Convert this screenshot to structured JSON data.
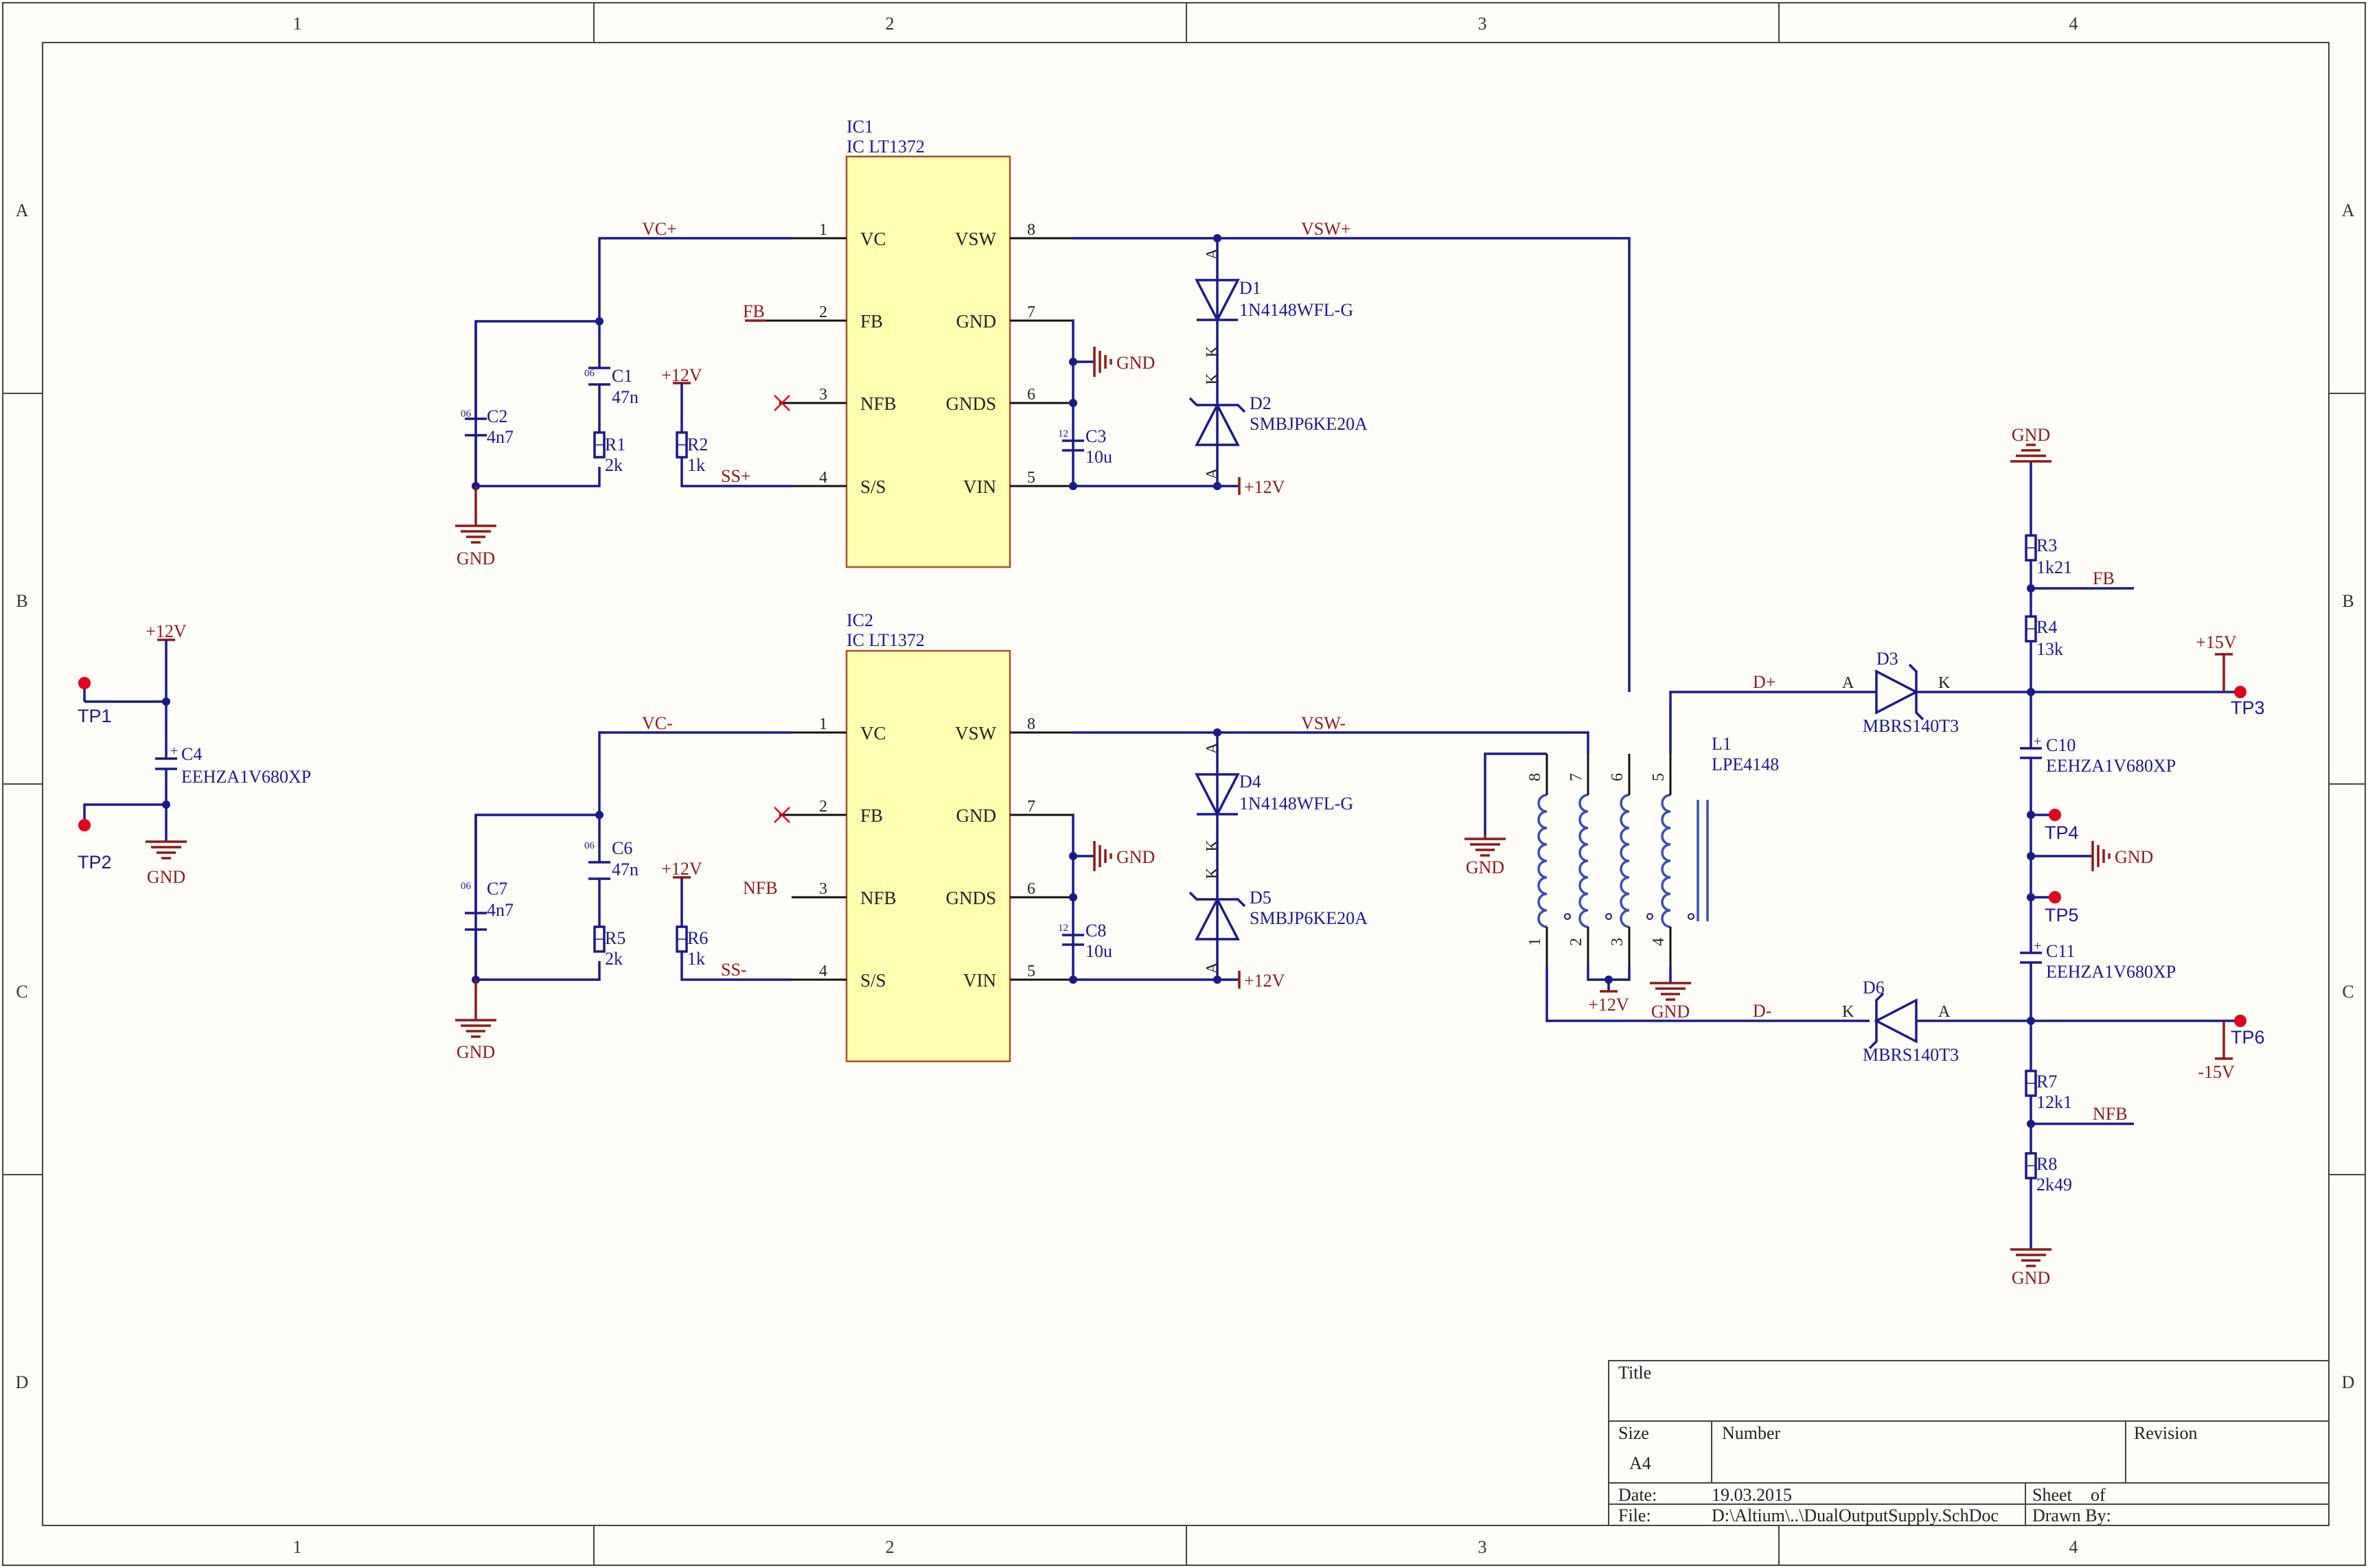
{
  "frame": {
    "col_labels": [
      "1",
      "2",
      "3",
      "4"
    ],
    "row_labels": [
      "A",
      "B",
      "C",
      "D"
    ]
  },
  "title_block": {
    "title_label": "Title",
    "size_label": "Size",
    "size_value": "A4",
    "number_label": "Number",
    "revision_label": "Revision",
    "date_label": "Date:",
    "date_value": "19.03.2015",
    "sheet_label": "Sheet",
    "of_label": "of",
    "file_label": "File:",
    "file_value": "D:\\Altium\\..\\DualOutputSupply.SchDoc",
    "drawn_label": "Drawn By:"
  },
  "ics": [
    {
      "ref": "IC1",
      "value": "IC LT1372",
      "pins_left": [
        {
          "num": "1",
          "name": "VC"
        },
        {
          "num": "2",
          "name": "FB"
        },
        {
          "num": "3",
          "name": "NFB"
        },
        {
          "num": "4",
          "name": "S/S"
        }
      ],
      "pins_right": [
        {
          "num": "8",
          "name": "VSW"
        },
        {
          "num": "7",
          "name": "GND"
        },
        {
          "num": "6",
          "name": "GNDS"
        },
        {
          "num": "5",
          "name": "VIN"
        }
      ]
    },
    {
      "ref": "IC2",
      "value": "IC LT1372",
      "pins_left": [
        {
          "num": "1",
          "name": "VC"
        },
        {
          "num": "2",
          "name": "FB"
        },
        {
          "num": "3",
          "name": "NFB"
        },
        {
          "num": "4",
          "name": "S/S"
        }
      ],
      "pins_right": [
        {
          "num": "8",
          "name": "VSW"
        },
        {
          "num": "7",
          "name": "GND"
        },
        {
          "num": "6",
          "name": "GNDS"
        },
        {
          "num": "5",
          "name": "VIN"
        }
      ]
    }
  ],
  "components": {
    "C1": {
      "ref": "C1",
      "value": "47n",
      "tag": "06"
    },
    "C2": {
      "ref": "C2",
      "value": "4n7",
      "tag": "06"
    },
    "R1": {
      "ref": "R1",
      "value": "2k"
    },
    "R2": {
      "ref": "R2",
      "value": "1k"
    },
    "C3": {
      "ref": "C3",
      "value": "10u",
      "tag": "12"
    },
    "D1": {
      "ref": "D1",
      "value": "1N4148WFL-G"
    },
    "D2": {
      "ref": "D2",
      "value": "SMBJP6KE20A"
    },
    "C6": {
      "ref": "C6",
      "value": "47n",
      "tag": "06"
    },
    "C7": {
      "ref": "C7",
      "value": "4n7",
      "tag": "06"
    },
    "R5": {
      "ref": "R5",
      "value": "2k"
    },
    "R6": {
      "ref": "R6",
      "value": "1k"
    },
    "C8": {
      "ref": "C8",
      "value": "10u",
      "tag": "12"
    },
    "D4": {
      "ref": "D4",
      "value": "1N4148WFL-G"
    },
    "D5": {
      "ref": "D5",
      "value": "SMBJP6KE20A"
    },
    "C4": {
      "ref": "C4",
      "value": "EEHZA1V680XP"
    },
    "L1": {
      "ref": "L1",
      "value": "LPE4148"
    },
    "D3": {
      "ref": "D3",
      "value": "MBRS140T3"
    },
    "D6": {
      "ref": "D6",
      "value": "MBRS140T3"
    },
    "R3": {
      "ref": "R3",
      "value": "1k21"
    },
    "R4": {
      "ref": "R4",
      "value": "13k"
    },
    "C10": {
      "ref": "C10",
      "value": "EEHZA1V680XP"
    },
    "C11": {
      "ref": "C11",
      "value": "EEHZA1V680XP"
    },
    "R7": {
      "ref": "R7",
      "value": "12k1"
    },
    "R8": {
      "ref": "R8",
      "value": "2k49"
    }
  },
  "test_points": [
    "TP1",
    "TP2",
    "TP3",
    "TP4",
    "TP5",
    "TP6"
  ],
  "nets": {
    "vc_plus": "VC+",
    "vc_minus": "VC-",
    "vsw_plus": "VSW+",
    "vsw_minus": "VSW-",
    "ss_plus": "SS+",
    "ss_minus": "SS-",
    "fb": "FB",
    "nfb": "NFB",
    "d_plus": "D+",
    "d_minus": "D-",
    "gnd": "GND",
    "p12v": "+12V",
    "p15v": "+15V",
    "m15v": "-15V"
  },
  "pin_letters": {
    "anode": "A",
    "cathode": "K"
  },
  "transformer_pins": [
    "8",
    "7",
    "6",
    "5",
    "1",
    "2",
    "3",
    "4"
  ]
}
